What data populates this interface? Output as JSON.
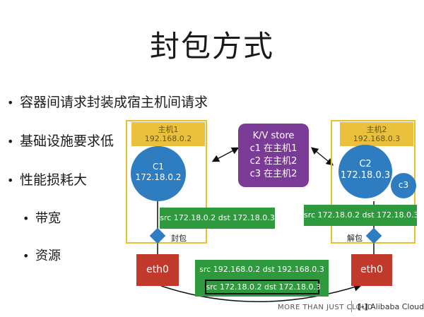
{
  "title": "封包方式",
  "bullets": [
    {
      "text": "容器间请求封装成宿主机间请求"
    },
    {
      "text": "基础设施要求低"
    },
    {
      "text": "性能损耗大"
    }
  ],
  "sub_bullets": [
    {
      "text": "带宽"
    },
    {
      "text": "资源"
    }
  ],
  "host1": {
    "label": "主机1",
    "ip": "192.168.0.2"
  },
  "host2": {
    "label": "主机2",
    "ip": "192.168.0.3"
  },
  "container1": {
    "name": "C1",
    "ip": "172.18.0.2"
  },
  "container2": {
    "name": "C2",
    "ip": "172.18.0.3"
  },
  "container3": {
    "name": "c3"
  },
  "kv_store": {
    "title": "K/V store",
    "lines": [
      "c1 在主机1",
      "c2 在主机2",
      "c3 在主机2"
    ]
  },
  "packet_left": "src 172.18.0.2 dst 172.18.0.3",
  "packet_right": "src 172.18.0.2 dst 172.18.0.3",
  "outer_packet": "src 192.168.0.2 dst 192.168.0.3",
  "inner_packet": "src 172.18.0.2 dst 172.18.0.3",
  "encap_label": "封包",
  "decap_label": "解包",
  "eth_left": "eth0",
  "eth_right": "eth0",
  "footer": {
    "slogan": "MORE THAN JUST CLOUD",
    "brand": "Alibaba Cloud"
  },
  "colors": {
    "host_frame": "#e8c12c",
    "container": "#2f7dc1",
    "kv_store": "#7a3b96",
    "packet": "#2f9a3d",
    "eth": "#c0392b"
  }
}
